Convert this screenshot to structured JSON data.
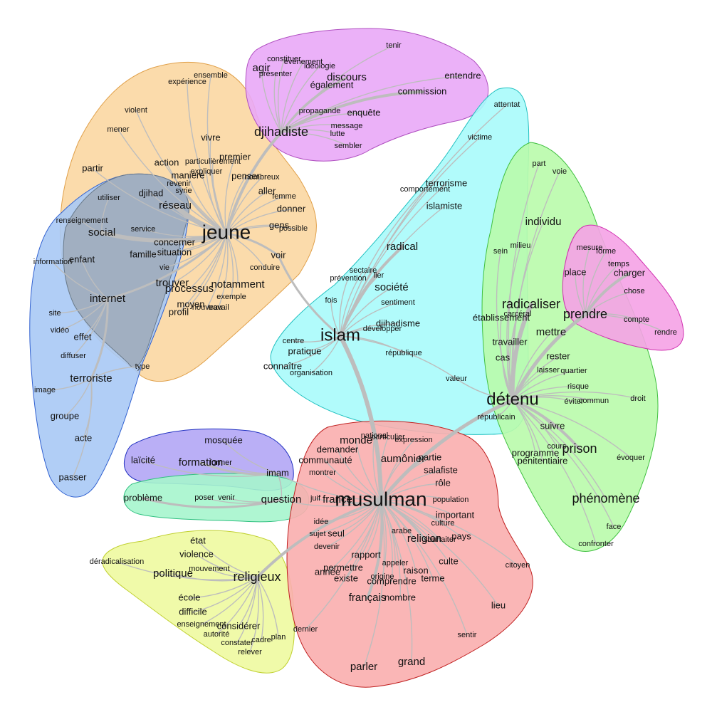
{
  "colors": {
    "orange": "#fbd7a2",
    "violet": "#e9a9f7",
    "cyan": "#a9fbfb",
    "green": "#b9fbab",
    "pink": "#f5a2e6",
    "blue": "#a9c9f5",
    "gray": "#9faab8",
    "purple": "#b3a6f5",
    "mint": "#a6f5cd",
    "red": "#f9aeae",
    "yellow": "#eef9a0",
    "edge": "#bdbdbd"
  },
  "nodes": {
    "jeune": "jeune",
    "djihadiste": "djihadiste",
    "islam": "islam",
    "detenu": "détenu",
    "musulman": "musulman",
    "religieux": "religieux",
    "social": "social",
    "internet": "internet",
    "terroriste": "terroriste",
    "reseau": "réseau",
    "radical": "radical",
    "societe": "société",
    "radicaliser": "radicaliser",
    "prendre": "prendre",
    "prison": "prison",
    "phenomene": "phénomène",
    "mettre": "mettre",
    "individu": "individu",
    "place": "place",
    "charger": "charger",
    "francais": "français",
    "question": "question",
    "formation": "formation",
    "imam": "imam",
    "mosquee": "mosquée",
    "probleme": "problème",
    "politique": "politique",
    "discours": "discours",
    "agir": "agir",
    "egalement": "également",
    "commission": "commission",
    "entendre": "entendre",
    "enquete": "enquête",
    "djihadisme": "djihadisme",
    "terrorisme": "terrorisme",
    "islamiste": "islamiste",
    "monde": "monde",
    "aumonier": "aumônier",
    "religion": "religion",
    "grand": "grand",
    "parler": "parler",
    "lieu": "lieu",
    "culte": "culte",
    "nombre": "nombre",
    "permettre": "permettre",
    "annee": "année",
    "rapport": "rapport",
    "seul": "seul",
    "france": "france",
    "notamment": "notamment",
    "processus": "processus",
    "trouver": "trouver",
    "moyen": "moyen",
    "profil": "profil",
    "famille": "famille",
    "situation": "situation",
    "concerner": "concerner",
    "voir": "voir",
    "gens": "gens",
    "donner": "donner",
    "aller": "aller",
    "penser": "penser",
    "premier": "premier",
    "maniere": "manière",
    "action": "action",
    "vivre": "vivre",
    "partir": "partir",
    "djihad": "djihad",
    "effet": "effet",
    "groupe": "groupe",
    "acte": "acte",
    "passer": "passer",
    "enfant": "enfant",
    "pays": "pays",
    "important": "important",
    "demander": "demander",
    "communaute": "communauté",
    "existe": "existe",
    "comprendre": "comprendre",
    "raison": "raison",
    "terme": "terme",
    "sentir": "sentir",
    "citoyen": "citoyen",
    "rester": "rester",
    "suivre": "suivre",
    "programme": "programme",
    "penitentiaire": "pénitentiaire",
    "travailler": "travailler",
    "cas": "cas",
    "face": "face",
    "confronter": "confronter",
    "evoquer": "évoquer",
    "droit": "droit",
    "part": "part",
    "voie": "voie",
    "etat": "état",
    "violence": "violence",
    "ecole": "école",
    "difficile": "difficile",
    "considerer": "considérer",
    "pratique": "pratique",
    "connaitre": "connaître",
    "valeur": "valeur",
    "victime": "victime",
    "attentat": "attentat",
    "utiliser": "utiliser",
    "renseignement": "renseignement",
    "service": "service",
    "information": "information",
    "vie": "vie",
    "site": "site",
    "video": "vidéo",
    "diffuser": "diffuser",
    "image": "image",
    "type": "type",
    "laicite": "laïcité",
    "former": "former",
    "poser": "poser",
    "venir": "venir",
    "deradicalisation": "déradicalisation",
    "mouvement": "mouvement",
    "enseignement": "enseignement",
    "autorite": "autorité",
    "constater": "constater",
    "relever": "relever",
    "cadre": "cadre",
    "plan": "plan",
    "dernier": "dernier",
    "idee": "idée",
    "sujet": "sujet",
    "devenir": "devenir",
    "arabe": "arabe",
    "appeler": "appeler",
    "origine": "origine",
    "culture": "culture",
    "population": "population",
    "role": "rôle",
    "salafiste": "salafiste",
    "partie": "partie",
    "expression": "expression",
    "particulier": "particulier",
    "national": "national",
    "montrer": "montrer",
    "juif": "juif",
    "souhaiter": "souhaiter",
    "republicain": "républicain",
    "republique": "république",
    "organisation": "organisation",
    "centre": "centre",
    "fois": "fois",
    "developper": "développer",
    "sentiment": "sentiment",
    "prevention": "prévention",
    "lier": "lier",
    "sectaire": "sectaire",
    "comportement": "comportement",
    "milieu": "milieu",
    "sein": "sein",
    "etablissement": "établissement",
    "carceral": "carcéral",
    "laisser": "laisser",
    "quartier": "quartier",
    "risque": "risque",
    "eviter": "éviter",
    "commun": "commun",
    "cours": "cours",
    "mesure": "mesure",
    "forme": "forme",
    "temps": "temps",
    "chose": "chose",
    "compte": "compte",
    "rendre": "rendre",
    "tenir": "tenir",
    "constituer": "constituer",
    "evenement": "évènement",
    "ideologie": "idéologie",
    "presenter": "présenter",
    "propagande": "propagande",
    "message": "message",
    "lutte": "lutte",
    "sembler": "sembler",
    "experience": "expérience",
    "ensemble": "ensemble",
    "violent": "violent",
    "mener": "mener",
    "particulierement": "particulièrement",
    "expliquer": "expliquer",
    "nombreux": "nombreux",
    "revenir": "revenir",
    "syrie": "syrie",
    "femme": "femme",
    "possible": "possible",
    "conduire": "conduire",
    "exemple": "exemple",
    "nouveau": "nouveau",
    "travail": "travail"
  }
}
